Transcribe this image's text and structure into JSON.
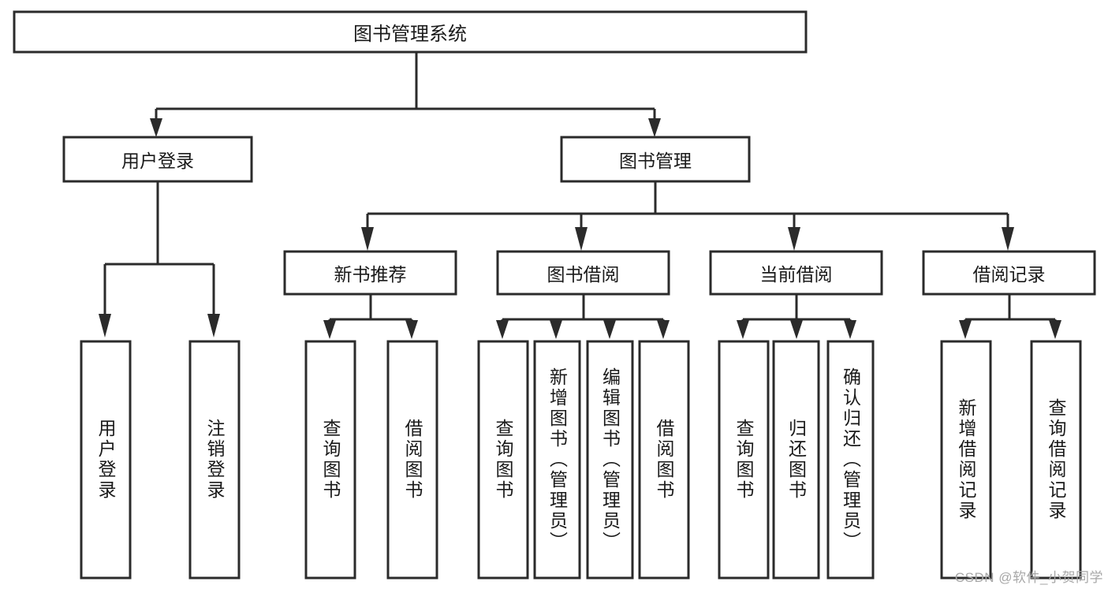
{
  "diagram": {
    "type": "tree",
    "title": "图书管理系统",
    "watermark": "CSDN @软件_小贺同学",
    "root": {
      "label": "图书管理系统"
    },
    "level2": [
      {
        "label": "用户登录"
      },
      {
        "label": "图书管理"
      }
    ],
    "level3": [
      {
        "label": "新书推荐"
      },
      {
        "label": "图书借阅"
      },
      {
        "label": "当前借阅"
      },
      {
        "label": "借阅记录"
      }
    ],
    "leaves_user_login": [
      {
        "label": "用户登录"
      },
      {
        "label": "注销登录"
      }
    ],
    "leaves_new_book": [
      {
        "label": "查询图书"
      },
      {
        "label": "借阅图书"
      }
    ],
    "leaves_borrow": [
      {
        "label": "查询图书"
      },
      {
        "label": "新增图书（管理员）"
      },
      {
        "label": "编辑图书（管理员）"
      },
      {
        "label": "借阅图书"
      }
    ],
    "leaves_current": [
      {
        "label": "查询图书"
      },
      {
        "label": "归还图书"
      },
      {
        "label": "确认归还（管理员）"
      }
    ],
    "leaves_record": [
      {
        "label": "新增借阅记录"
      },
      {
        "label": "查询借阅记录"
      }
    ],
    "colors": {
      "stroke": "#2b2b2b",
      "fill": "#ffffff",
      "text": "#1a1a1a",
      "watermark": "#a8a8a8"
    }
  }
}
